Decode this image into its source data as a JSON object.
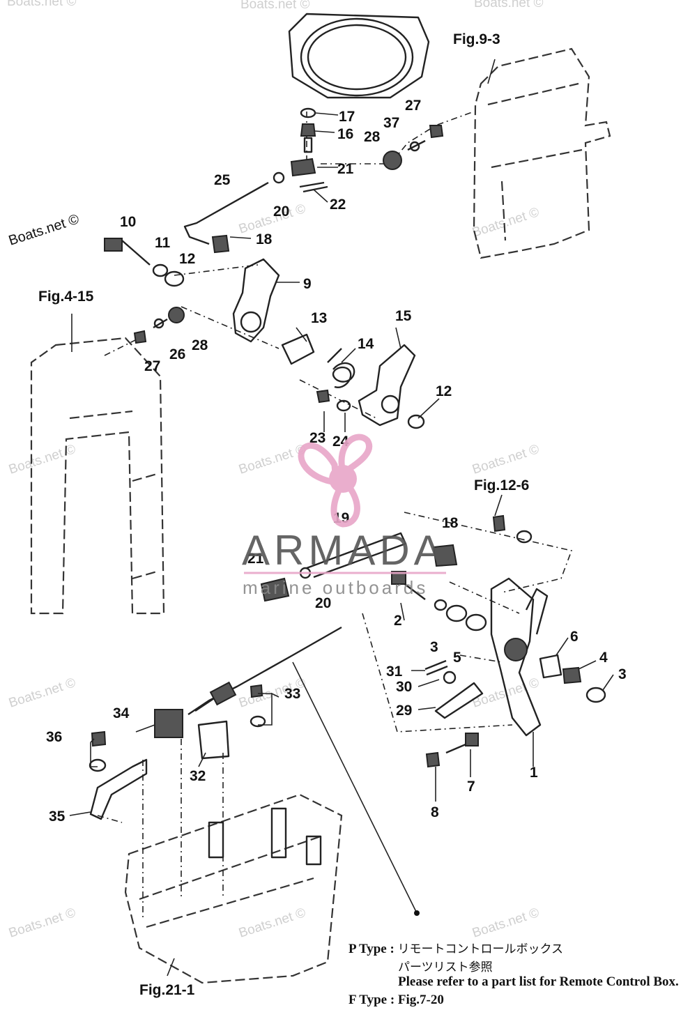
{
  "watermark": "Boats.net ©",
  "figure_refs": [
    "Fig.9-3",
    "Fig.4-15",
    "Fig.12-6",
    "Fig.21-1"
  ],
  "part_labels": [
    "1",
    "2",
    "3",
    "3",
    "4",
    "5",
    "6",
    "7",
    "8",
    "9",
    "10",
    "11",
    "12",
    "12",
    "13",
    "14",
    "15",
    "16",
    "17",
    "18",
    "18",
    "19",
    "20",
    "20",
    "21",
    "21",
    "22",
    "23",
    "24",
    "25",
    "26",
    "27",
    "27",
    "28",
    "28",
    "29",
    "30",
    "31",
    "32",
    "33",
    "34",
    "35",
    "36",
    "37"
  ],
  "logo": {
    "name": "ARMADA",
    "tagline": "marine outboards",
    "colors": {
      "pink": "#e8a6c8",
      "gray": "#555555"
    }
  },
  "notes": {
    "p_type_label": "P Type :",
    "p_type_jp_line1": "リモートコントロールボックス",
    "p_type_jp_line2": "パーツリスト参照",
    "p_type_en": "Please refer to a part list for Remote Control Box.",
    "f_type_label": "F Type :",
    "f_type_ref": "Fig.7-20"
  }
}
